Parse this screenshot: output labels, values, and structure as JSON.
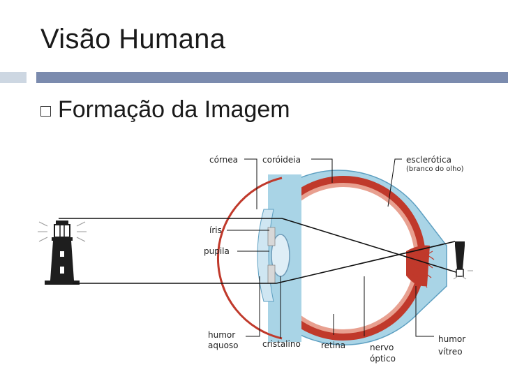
{
  "slide": {
    "title": "Visão Humana",
    "bullet": "Formação da Imagem"
  },
  "diagram": {
    "labels": {
      "cornea": "córnea",
      "coroideia": "coróideia",
      "esclerotica": "esclerótica",
      "branco": "(branco do olho)",
      "iris": "íris",
      "pupila": "pupila",
      "humor_aquoso_1": "humor",
      "humor_aquoso_2": "aquoso",
      "cristalino": "cristalino",
      "retina": "retina",
      "nervo_1": "nervo",
      "nervo_2": "óptico",
      "humor_vitreo_1": "humor",
      "humor_vitreo_2": "vítreo"
    },
    "colors": {
      "sclera": "#a9d4e6",
      "choroid": "#c0392b",
      "retina": "#e8a090",
      "nerve": "#c0392b",
      "lighthouse": "#1e1e1e"
    }
  }
}
